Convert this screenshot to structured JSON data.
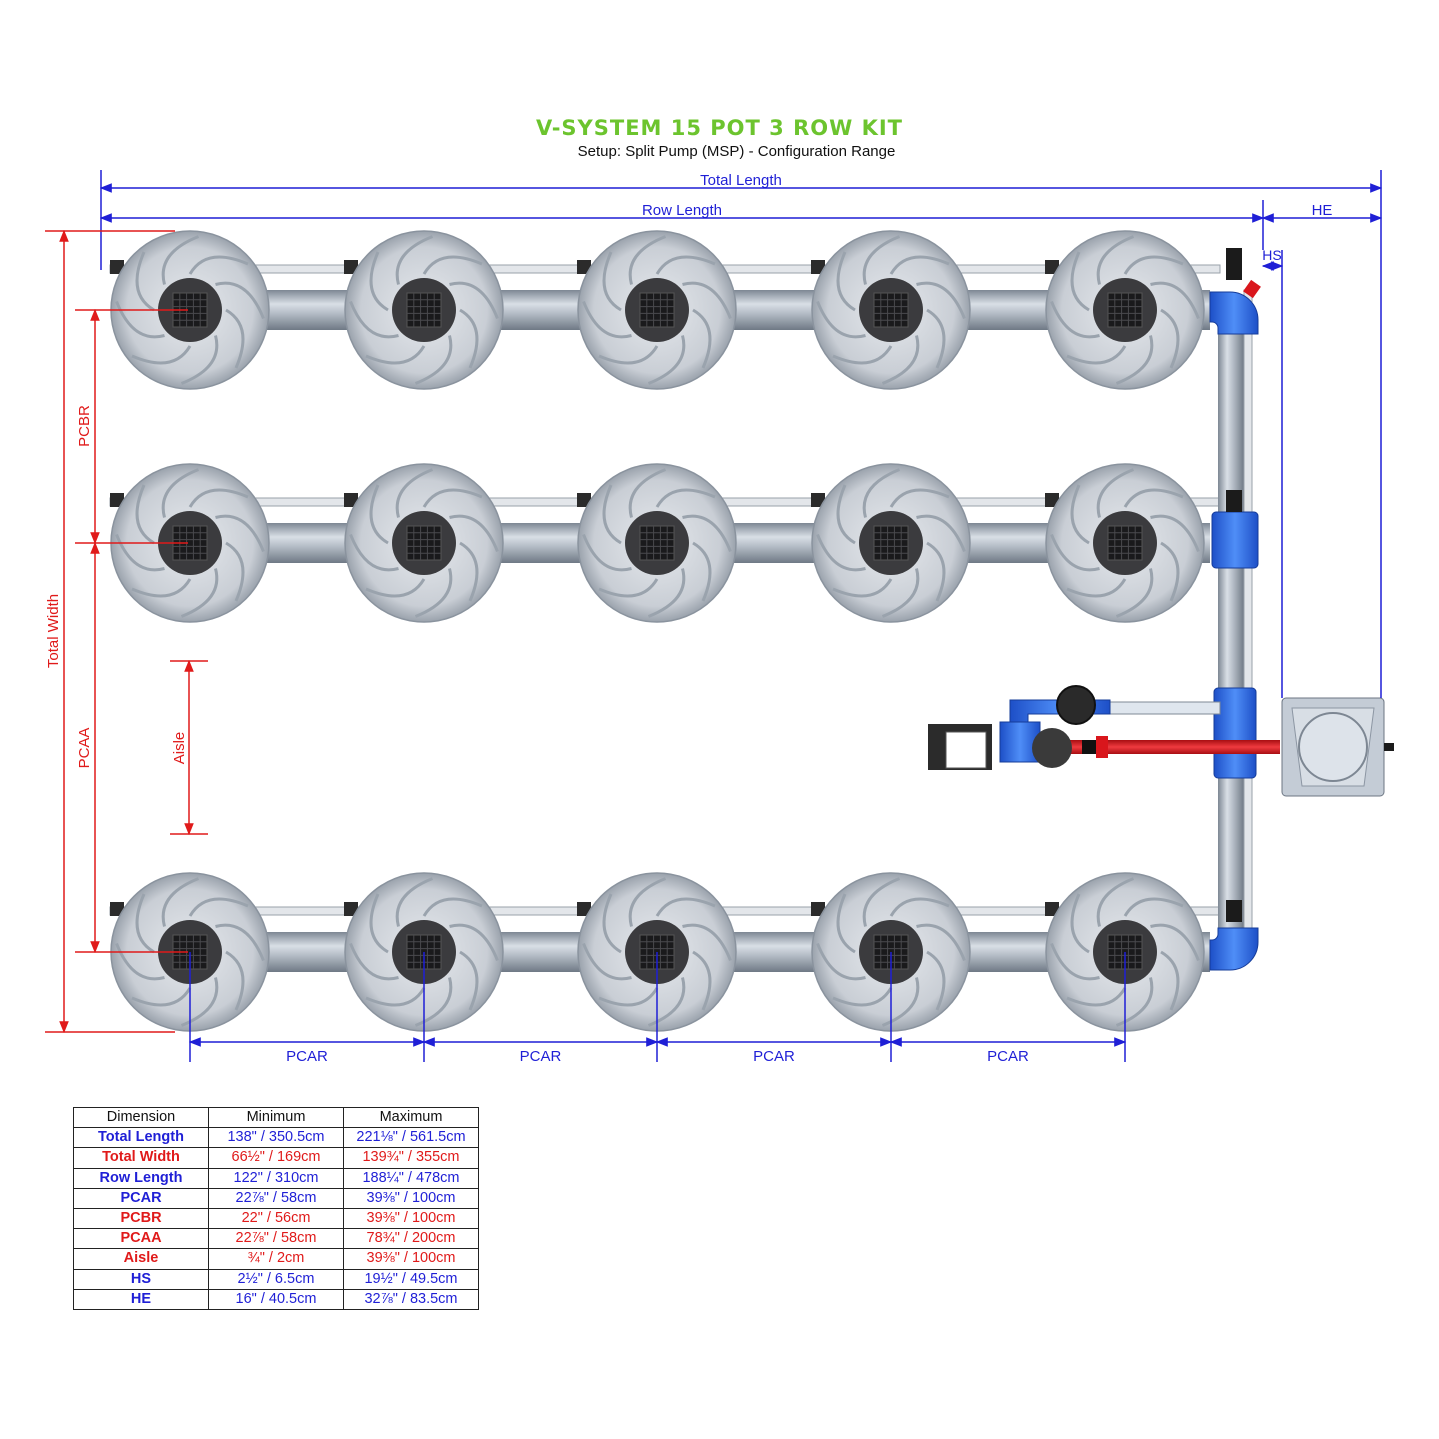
{
  "title": "V-SYSTEM 15 POT 3 ROW KIT",
  "subtitle": "Setup: Split Pump (MSP) - Configuration Range",
  "colors": {
    "title": "#6cc42e",
    "blue_dimension": "#1f1fd6",
    "red_dimension": "#e01a1a",
    "pipe_blue": "#2f6fe6",
    "feed_red": "#d9161c"
  },
  "labels": {
    "total_length": "Total Length",
    "row_length": "Row Length",
    "he": "HE",
    "hs": "HS",
    "total_width": "Total Width",
    "pcbr": "PCBR",
    "pcaa": "PCAA",
    "aisle": "Aisle",
    "pcar": "PCAR"
  },
  "layout": {
    "rows": 3,
    "pots_per_row": 5
  },
  "table": {
    "headers": [
      "Dimension",
      "Minimum",
      "Maximum"
    ],
    "rows": [
      {
        "name": "Total Length",
        "min": "138\" / 350.5cm",
        "max": "221⅛\" / 561.5cm",
        "color": "blue"
      },
      {
        "name": "Total Width",
        "min": "66½\" / 169cm",
        "max": "139¾\" / 355cm",
        "color": "red"
      },
      {
        "name": "Row Length",
        "min": "122\" / 310cm",
        "max": "188¼\" / 478cm",
        "color": "blue"
      },
      {
        "name": "PCAR",
        "min": "22⅞\" / 58cm",
        "max": "39⅜\" / 100cm",
        "color": "blue"
      },
      {
        "name": "PCBR",
        "min": "22\" / 56cm",
        "max": "39⅜\" / 100cm",
        "color": "red"
      },
      {
        "name": "PCAA",
        "min": "22⅞\" / 58cm",
        "max": "78¾\" / 200cm",
        "color": "red"
      },
      {
        "name": "Aisle",
        "min": "¾\" / 2cm",
        "max": "39⅜\" / 100cm",
        "color": "red"
      },
      {
        "name": "HS",
        "min": "2½\" / 6.5cm",
        "max": "19½\" / 49.5cm",
        "color": "blue"
      },
      {
        "name": "HE",
        "min": "16\" / 40.5cm",
        "max": "32⅞\" / 83.5cm",
        "color": "blue"
      }
    ]
  }
}
